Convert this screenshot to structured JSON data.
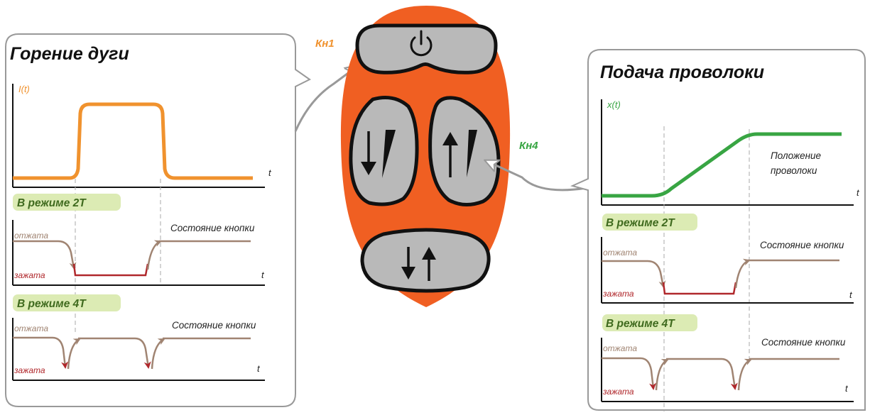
{
  "colors": {
    "remote_body": "#f05f22",
    "button_fill": "#b9b9b9",
    "current_curve": "#f0922e",
    "wire_curve": "#38a543",
    "released_line": "#a08472",
    "pressed_line": "#b0282c",
    "mode_badge": "#dcebb4",
    "panel_border": "#999999"
  },
  "remote": {
    "kn1_label": "Кн1",
    "kn4_label": "Кн4",
    "buttons": [
      {
        "name": "power-button",
        "icon": "power-icon"
      },
      {
        "name": "down-button",
        "icon": "arrow-down-wedge-icon"
      },
      {
        "name": "up-button",
        "icon": "arrow-up-wedge-icon"
      },
      {
        "name": "down-up-button",
        "icon": "arrow-down-up-icon"
      }
    ]
  },
  "left_panel": {
    "title": "Горение дуги",
    "ylabel": "I(t)",
    "xlabel": "t",
    "mode2": {
      "badge": "В режиме 2Т",
      "state_label": "Состояние кнопки",
      "released": "отжата",
      "pressed": "зажата",
      "t": "t"
    },
    "mode4": {
      "badge": "В режиме 4Т",
      "state_label": "Состояние кнопки",
      "released": "отжата",
      "pressed": "зажата",
      "t": "t"
    }
  },
  "right_panel": {
    "title": "Подача проволоки",
    "ylabel": "x(t)",
    "xlabel": "t",
    "curve_label_line1": "Положение",
    "curve_label_line2": "проволоки",
    "mode2": {
      "badge": "В режиме 2Т",
      "state_label": "Состояние кнопки",
      "released": "отжата",
      "pressed": "зажата",
      "t": "t"
    },
    "mode4": {
      "badge": "В режиме 4Т",
      "state_label": "Состояние кнопки",
      "released": "отжата",
      "pressed": "зажата",
      "t": "t"
    }
  }
}
